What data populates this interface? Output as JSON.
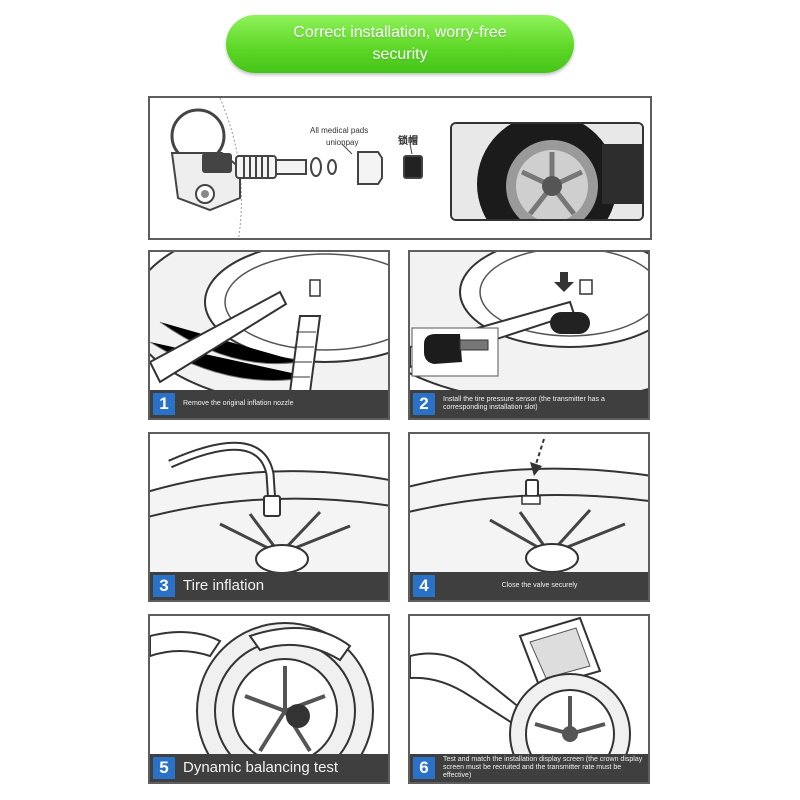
{
  "banner": {
    "text": "Correct installation, worry-free security",
    "color": "#5cd625"
  },
  "parts": {
    "label_1": "All medical pads",
    "label_2": "unionpay",
    "label_3": "锁帽"
  },
  "steps": [
    {
      "number": "1",
      "caption": "Remove the original inflation nozzle"
    },
    {
      "number": "2",
      "caption": "Install the tire pressure sensor (the transmitter has a corresponding installation slot)"
    },
    {
      "number": "3",
      "caption": "Tire inflation"
    },
    {
      "number": "4",
      "caption": "Close the valve securely"
    },
    {
      "number": "5",
      "caption": "Dynamic balancing test"
    },
    {
      "number": "6",
      "caption": "Test and match the installation display screen (the crown display screen must be recruited and the transmitter rate must be effective)"
    }
  ],
  "colors": {
    "number_badge": "#2a72c8",
    "caption_bar": "#3f3f3f",
    "frame": "#5e5e5e"
  }
}
